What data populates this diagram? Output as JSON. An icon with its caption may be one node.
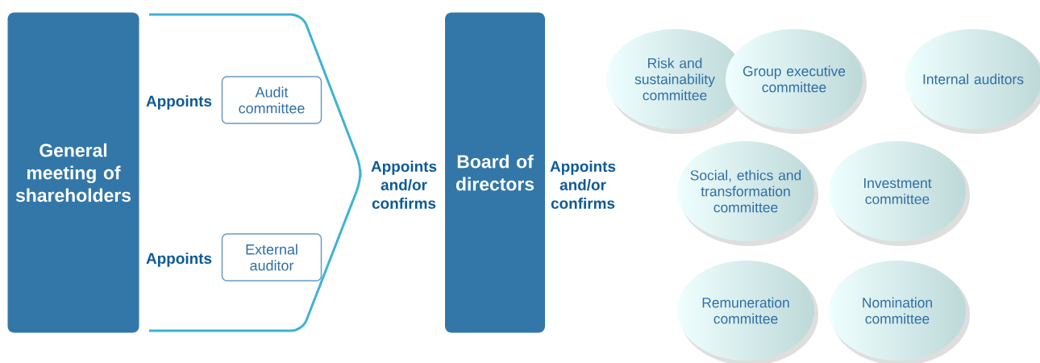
{
  "diagram": {
    "nodes": [
      {
        "text": [
          "General meeting of shareholders"
        ]
      },
      {
        "text": [
          "Audit committee"
        ]
      },
      {
        "text": [
          "External auditor"
        ]
      },
      {
        "text": [
          "Board of directors"
        ]
      },
      {
        "text": [
          "Risk and sustainability committee"
        ]
      },
      {
        "text": [
          "Group executive committee"
        ]
      },
      {
        "text": [
          "Internal auditors"
        ]
      },
      {
        "text": [
          "Social, ethics and transformation committee"
        ]
      },
      {
        "text": [
          "Investment committee"
        ]
      },
      {
        "text": [
          "Remuneration committee"
        ]
      },
      {
        "text": [
          "Nomination committee"
        ]
      }
    ],
    "labels": [
      "Appoints",
      "Appoints",
      "Appoints and/or confirms",
      "Appoints and/or confirms"
    ]
  }
}
